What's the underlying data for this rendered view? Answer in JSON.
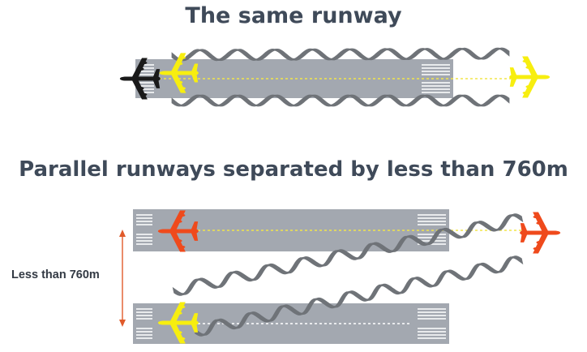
{
  "titles": {
    "same_runway": "The same runway",
    "parallel_runways": "Parallel runways separated by less than 760m"
  },
  "separation_label": "Less than 760m",
  "colors": {
    "title": "#3f4a59",
    "runway": "#a3a8b0",
    "runway_marking": "#ffffff",
    "centerline": "#f2e64a",
    "wake_vortex": "#6f7378",
    "plane_yellow": "#f7ee0f",
    "plane_orange": "#ef4a1c",
    "plane_black": "#1a1a1a",
    "dimension_arrow": "#e05a2a"
  },
  "icons": [
    "airplane-icon",
    "wake-vortex-icon",
    "dimension-arrow-icon"
  ]
}
